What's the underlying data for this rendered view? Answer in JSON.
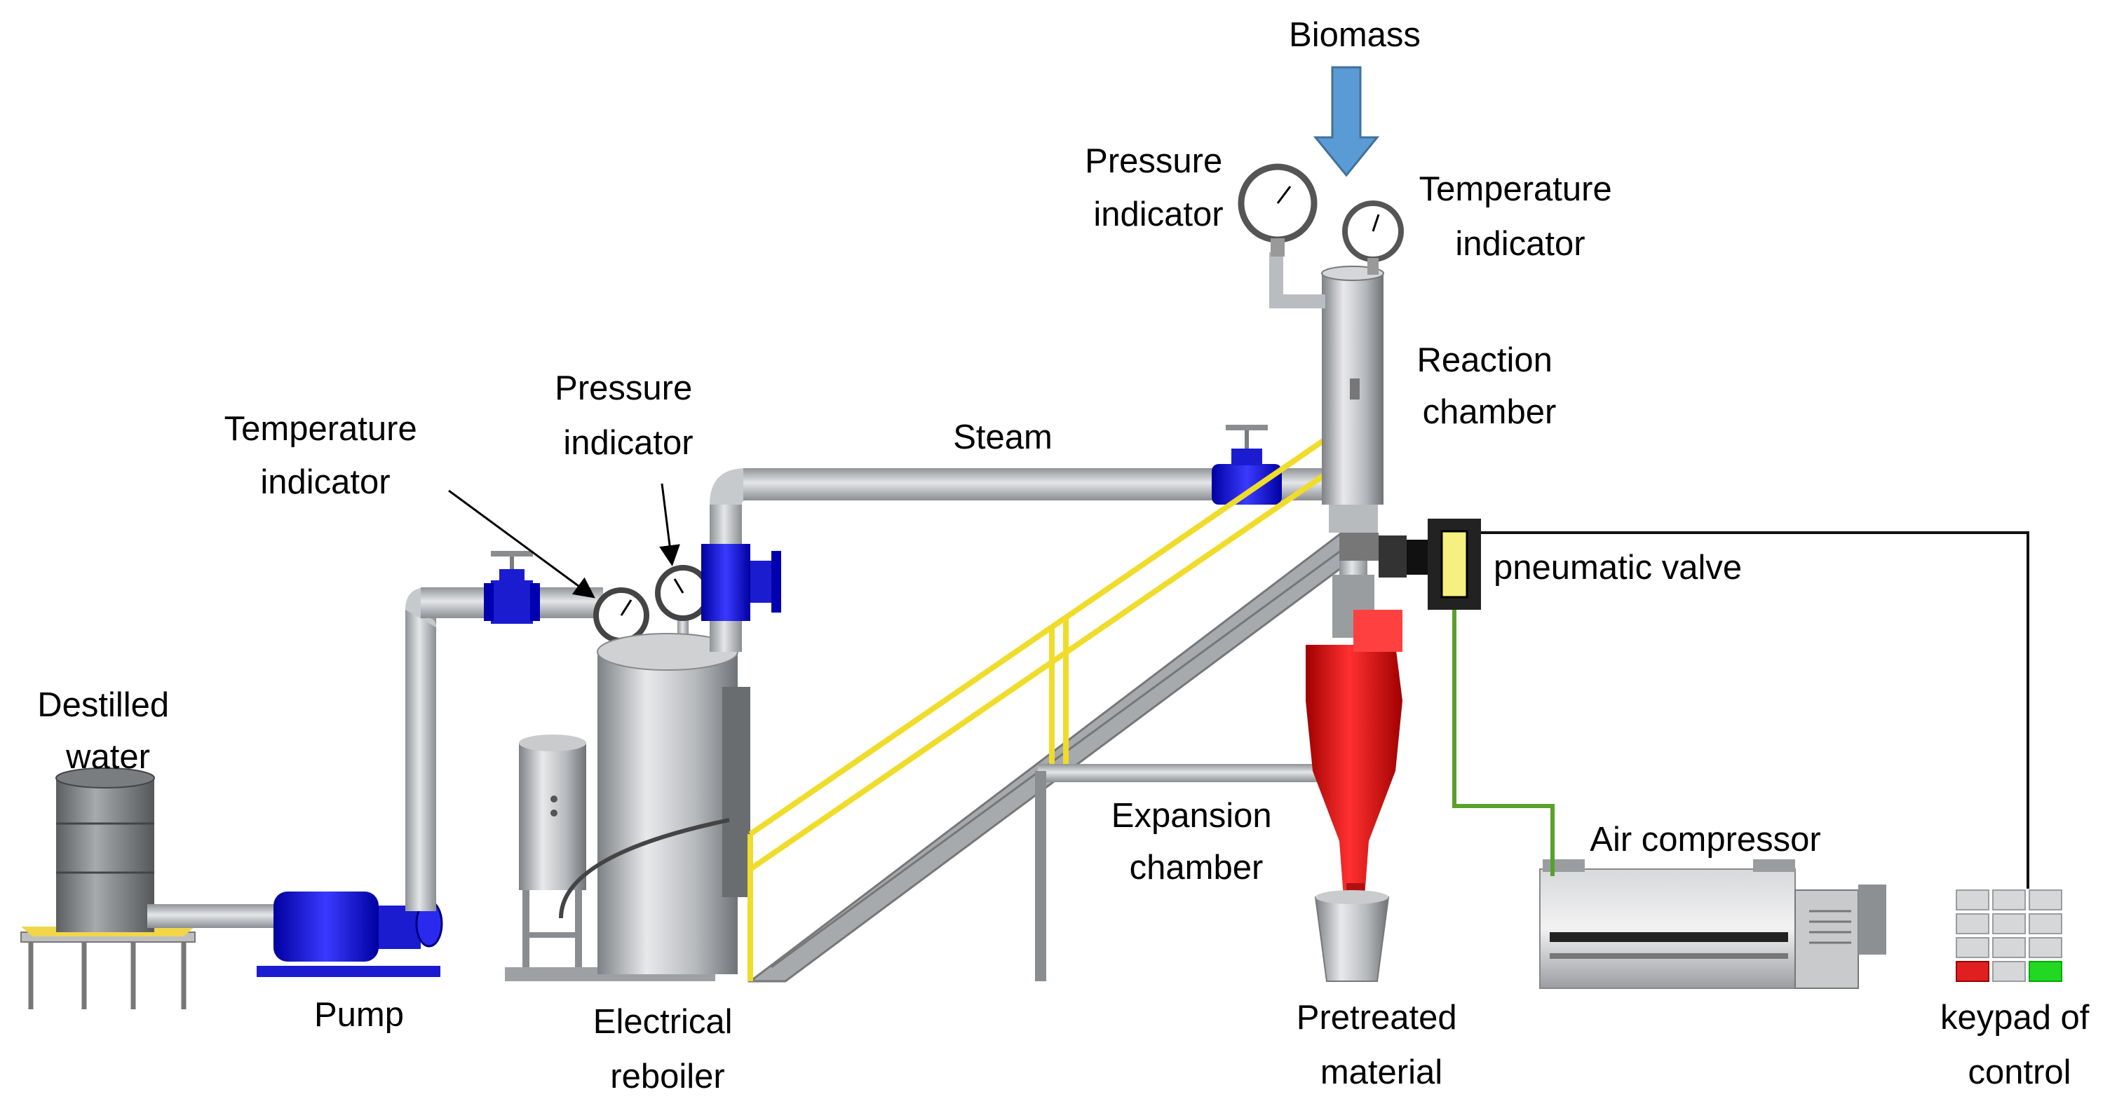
{
  "labels": {
    "biomass": "Biomass",
    "pressure_indicator_top": [
      "Pressure",
      "indicator"
    ],
    "temperature_indicator_top": [
      "Temperature",
      "indicator"
    ],
    "reaction_chamber": [
      "Reaction",
      "chamber"
    ],
    "steam": "Steam",
    "pressure_indicator_left": [
      "Pressure",
      "indicator"
    ],
    "temperature_indicator_left": [
      "Temperature",
      "indicator"
    ],
    "pneumatic_valve": "pneumatic valve",
    "destilled_water": [
      "Destilled",
      "water"
    ],
    "expansion_chamber": [
      "Expansion",
      "chamber"
    ],
    "air_compressor": "Air compressor",
    "pump": "Pump",
    "electrical_reboiler": [
      "Electrical",
      "reboiler"
    ],
    "pretreated_material": [
      "Pretreated",
      "material"
    ],
    "keypad_of_control": [
      "keypad of",
      "control"
    ]
  },
  "colors": {
    "pipe": "#b9bcc0",
    "valve": "#1a1ad6",
    "railing": "#f0dc2a",
    "cyclone": "#e01010",
    "arrow": "#5b9bd5",
    "air_line": "#5aa02c",
    "control_line": "#111111",
    "keypad_red": "#e02020",
    "keypad_green": "#22d822"
  },
  "icons": [
    "gauge-icon",
    "valve-icon",
    "pump-icon",
    "drum-icon",
    "compressor-icon",
    "keypad-icon",
    "arrow-down-icon"
  ]
}
